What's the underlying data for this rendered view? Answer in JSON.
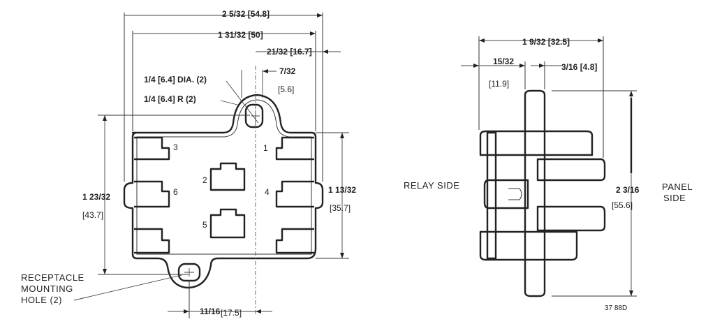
{
  "labels": {
    "overall_width": "2 5/32 [54.8]",
    "inner_width": "1 31/32 [50]",
    "right_offset": "21/32 [16.7]",
    "center_offset_frac": "7/32",
    "center_offset_mm": "[5.6]",
    "hole_dia": "1/4 [6.4] DIA. (2)",
    "hole_radius": "1/4 [6.4] R (2)",
    "left_height_frac": "1 23/32",
    "left_height_mm": "[43.7]",
    "right_height_frac": "1 13/32",
    "right_height_mm": "[35.7]",
    "bottom_offset_frac": "11/16",
    "bottom_offset_mm": "[17.5]",
    "receptacle_line1": "RECEPTACLE",
    "receptacle_line2": "MOUNTING",
    "receptacle_line3": "HOLE (2)",
    "side_width": "1 9/32 [32.5]",
    "side_left_frac": "15/32",
    "side_left_mm": "[11.9]",
    "side_right": "3/16 [4.8]",
    "side_height_frac": "2 3/16",
    "side_height_mm": "[55.6]",
    "relay_side": "RELAY SIDE",
    "panel_side_line1": "PANEL",
    "panel_side_line2": "SIDE",
    "drawing_no": "37 88D"
  },
  "pin_numbers": [
    "1",
    "2",
    "3",
    "4",
    "5",
    "6"
  ]
}
